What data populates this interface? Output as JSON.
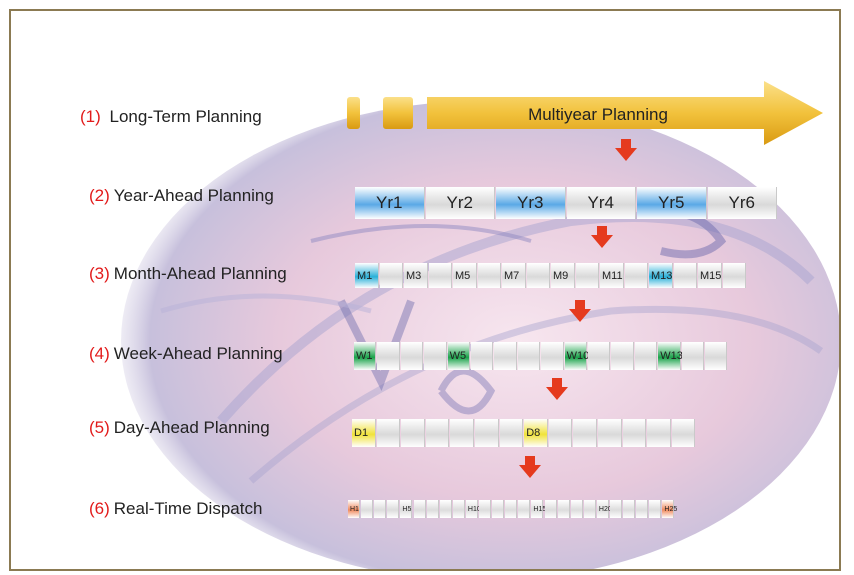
{
  "rows": [
    {
      "num": "(1)",
      "label": "Long-Term Planning"
    },
    {
      "num": "(2)",
      "label": "Year-Ahead Planning"
    },
    {
      "num": "(3)",
      "label": "Month-Ahead Planning"
    },
    {
      "num": "(4)",
      "label": "Week-Ahead Planning"
    },
    {
      "num": "(5)",
      "label": "Day-Ahead Planning"
    },
    {
      "num": "(6)",
      "label": "Real-Time Dispatch"
    }
  ],
  "multiyear_label": "Multiyear Planning",
  "years": [
    "Yr1",
    "Yr2",
    "Yr3",
    "Yr4",
    "Yr5",
    "Yr6"
  ],
  "months": [
    "M1",
    "",
    "M3",
    "",
    "M5",
    "",
    "M7",
    "",
    "M9",
    "",
    "M11",
    "",
    "M13",
    "",
    "M15",
    ""
  ],
  "weeks": [
    "W1",
    "",
    "",
    "",
    "W5",
    "",
    "",
    "",
    "",
    "W10",
    "",
    "",
    "",
    "W13",
    "",
    ""
  ],
  "days": [
    "D1",
    "",
    "",
    "",
    "",
    "",
    "",
    "D8",
    "",
    "",
    "",
    "",
    "",
    ""
  ],
  "hours": [
    "H1",
    "",
    "",
    "",
    "H5",
    "",
    "",
    "",
    "",
    "H10",
    "",
    "",
    "",
    "",
    "H15",
    "",
    "",
    "",
    "",
    "H20",
    "",
    "",
    "",
    "",
    "H25"
  ],
  "colors": {
    "label_number": "#e21b1b",
    "arrow_yellow": "#f2c23c",
    "year_blue": "#5aa9e6",
    "month_cyan": "#2ab0d8",
    "week_green": "#1aa34a",
    "day_yellow": "#f0e23a",
    "hour_orange": "#f08a5d",
    "red_arrow": "#e53a1e"
  }
}
